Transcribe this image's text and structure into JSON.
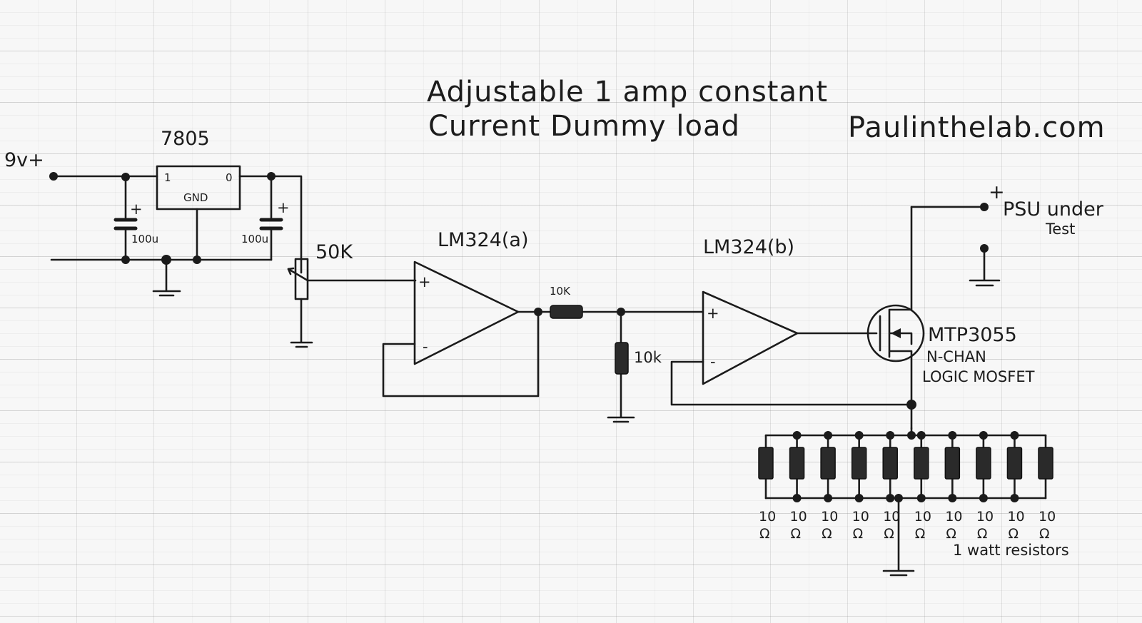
{
  "title": {
    "line1": "Adjustable 1 amp constant",
    "line2": "Current Dummy load",
    "site": "Paulinthelab.com"
  },
  "regulator": {
    "name": "7805",
    "pin_in": "1",
    "pin_out": "0",
    "pin_gnd": "GND"
  },
  "supply": {
    "label": "9v+"
  },
  "capacitors": [
    {
      "value": "100u",
      "polarity": "+"
    },
    {
      "value": "100u",
      "polarity": "+"
    }
  ],
  "potentiometer": {
    "value": "50K"
  },
  "opamp_a": {
    "name": "LM324(a)",
    "plus": "+",
    "minus": "-"
  },
  "opamp_b": {
    "name": "LM324(b)",
    "plus": "+",
    "minus": "-"
  },
  "divider": {
    "series_resistor": "10K",
    "shunt_resistor": "10k"
  },
  "mosfet": {
    "part": "MTP3055",
    "type_line1": "N-CHAN",
    "type_line2": "LOGIC MOSFET"
  },
  "psu": {
    "polarity": "+",
    "line1": "PSU under",
    "line2": "Test"
  },
  "load_bank": {
    "resistors": [
      {
        "value": "10",
        "unit": "Ω"
      },
      {
        "value": "10",
        "unit": "Ω"
      },
      {
        "value": "10",
        "unit": "Ω"
      },
      {
        "value": "10",
        "unit": "Ω"
      },
      {
        "value": "10",
        "unit": "Ω"
      },
      {
        "value": "10",
        "unit": "Ω"
      },
      {
        "value": "10",
        "unit": "Ω"
      },
      {
        "value": "10",
        "unit": "Ω"
      },
      {
        "value": "10",
        "unit": "Ω"
      },
      {
        "value": "10",
        "unit": "Ω"
      }
    ],
    "note": "1 watt resistors"
  }
}
